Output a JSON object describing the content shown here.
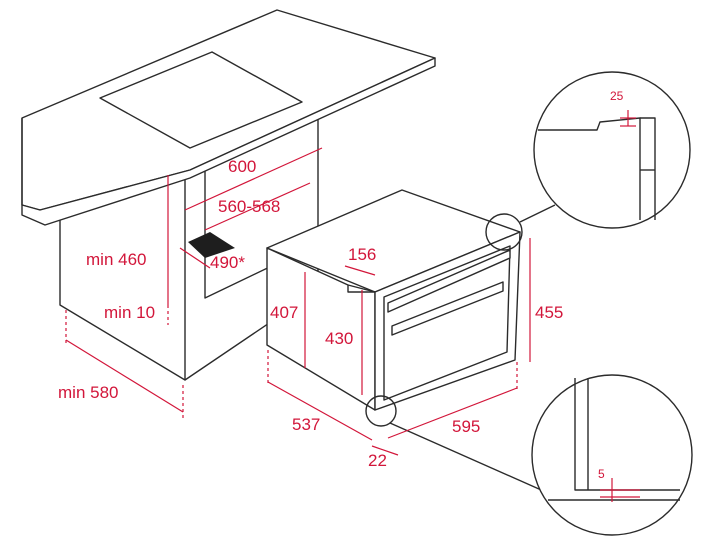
{
  "dimensions": {
    "cutout_width": "600",
    "inner_width": "560-568",
    "vent": "490*",
    "min_height": "min 460",
    "min_gap": "min 10",
    "min_depth": "min 580",
    "oven_height_left": "407",
    "oven_height_front": "430",
    "top_offset": "156",
    "oven_height_right": "455",
    "oven_depth": "537",
    "oven_width": "595",
    "panel_thickness": "22",
    "detail_top": "25",
    "detail_bottom": "5"
  },
  "colors": {
    "dimension": "#d2163a",
    "line": "#2b2b2b",
    "vent": "#1e1e1e"
  }
}
